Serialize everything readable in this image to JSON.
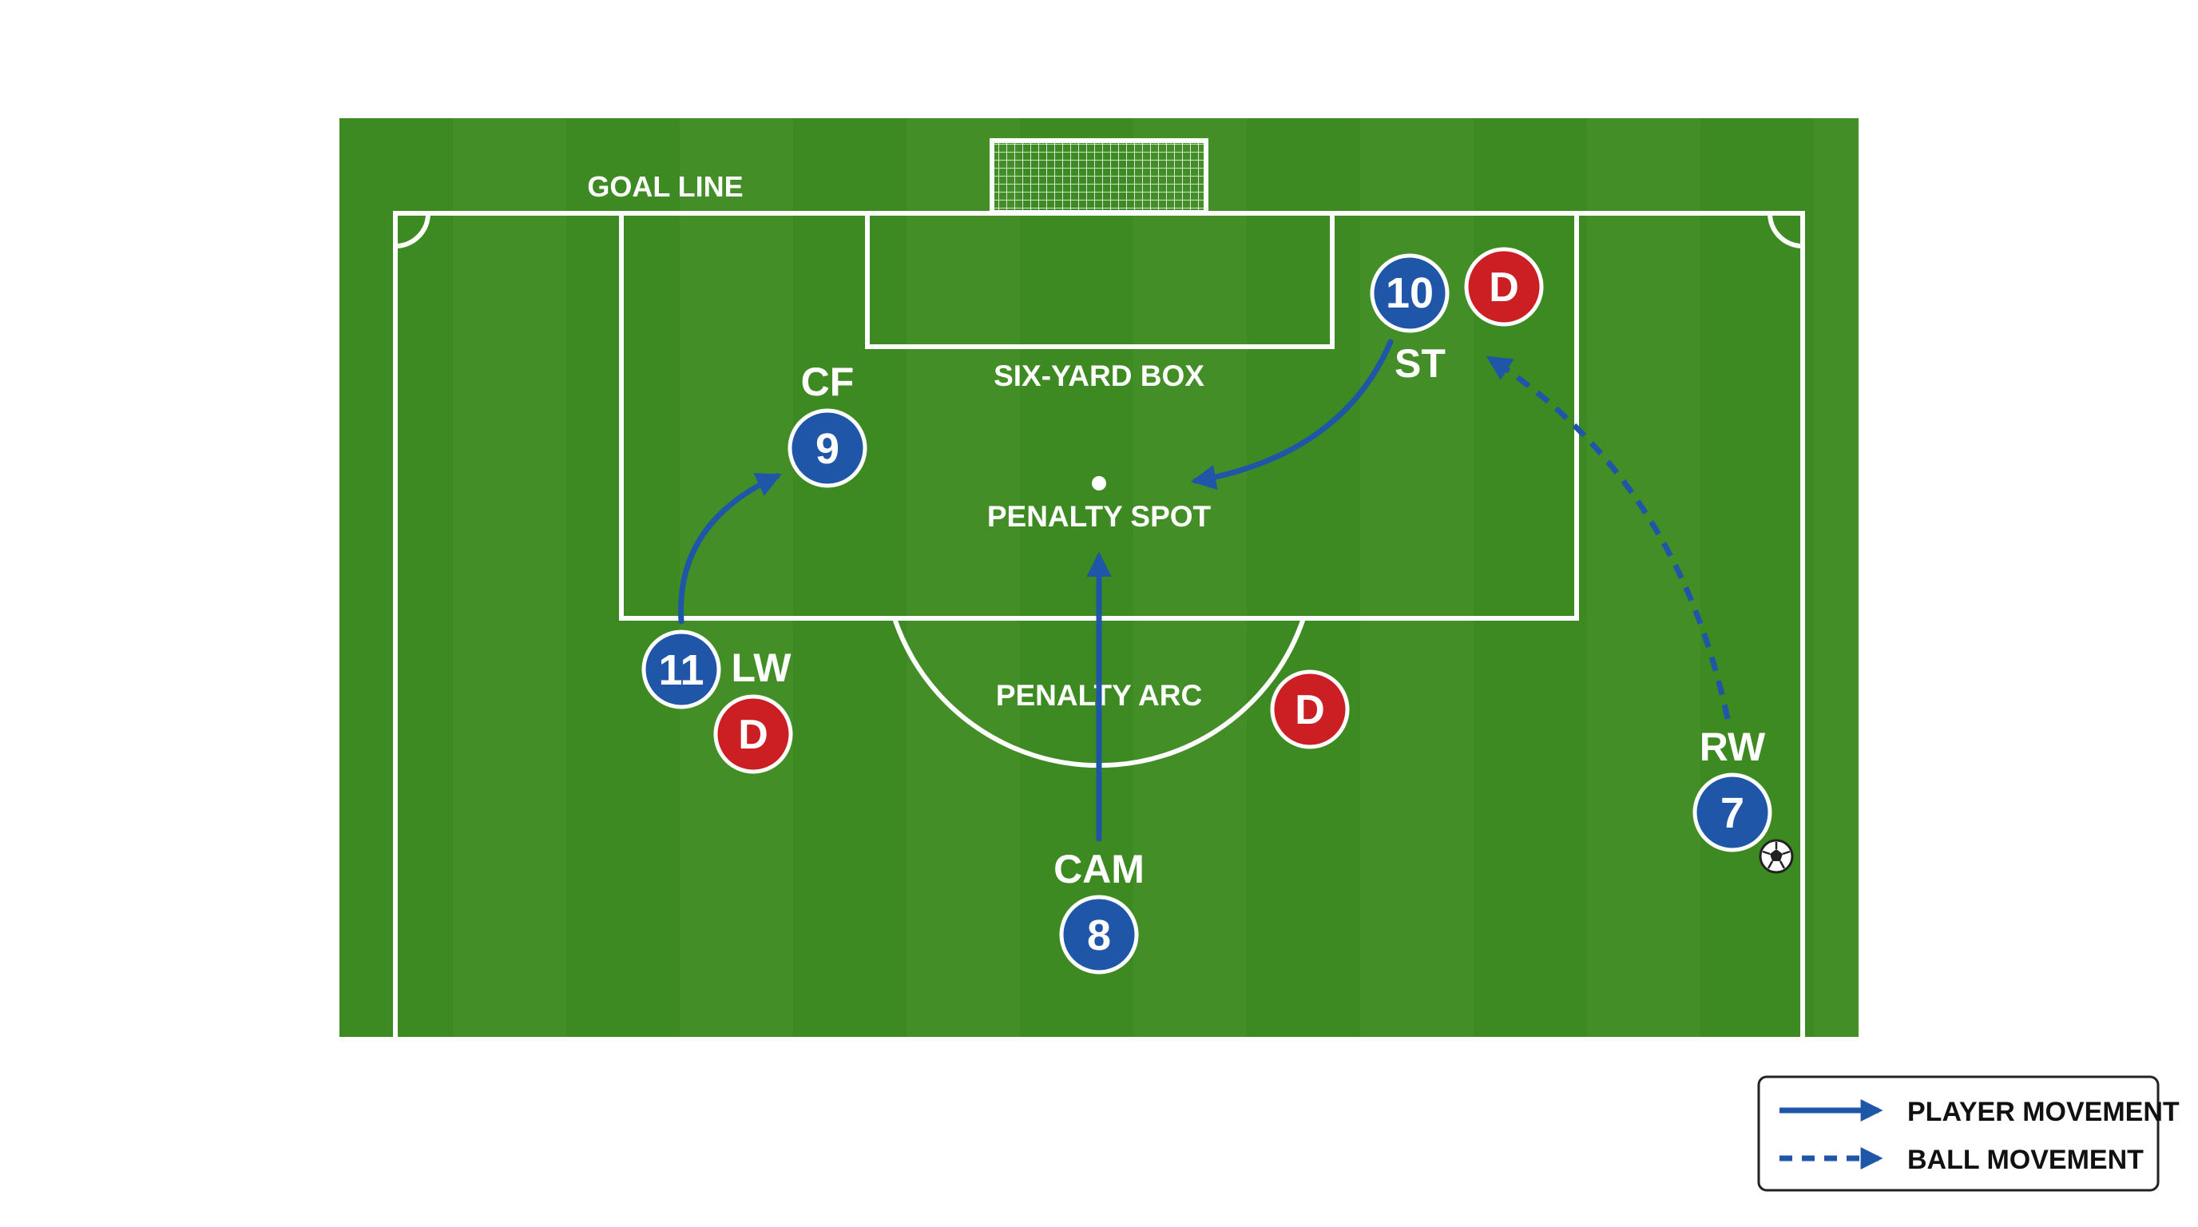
{
  "pitch_labels": {
    "goal_line": "GOAL LINE",
    "six_yard_box": "SIX-YARD BOX",
    "penalty_spot": "PENALTY SPOT",
    "penalty_arc": "PENALTY ARC"
  },
  "players": [
    {
      "id": "st",
      "number": "10",
      "position": "ST"
    },
    {
      "id": "cf",
      "number": "9",
      "position": "CF"
    },
    {
      "id": "lw",
      "number": "11",
      "position": "LW"
    },
    {
      "id": "cam",
      "number": "8",
      "position": "CAM"
    },
    {
      "id": "rw",
      "number": "7",
      "position": "RW"
    }
  ],
  "defenders": [
    {
      "id": "top",
      "label": "D"
    },
    {
      "id": "left",
      "label": "D"
    },
    {
      "id": "right",
      "label": "D"
    }
  ],
  "legend": {
    "player_movement": "PLAYER MOVEMENT",
    "ball_movement": "BALL MOVEMENT"
  },
  "colors": {
    "pitch_green": "#3f8a24",
    "attacker_blue": "#1f56a8",
    "defender_red": "#cc1f24",
    "arrow_blue": "#1f56a8",
    "line_white": "#ffffff"
  }
}
